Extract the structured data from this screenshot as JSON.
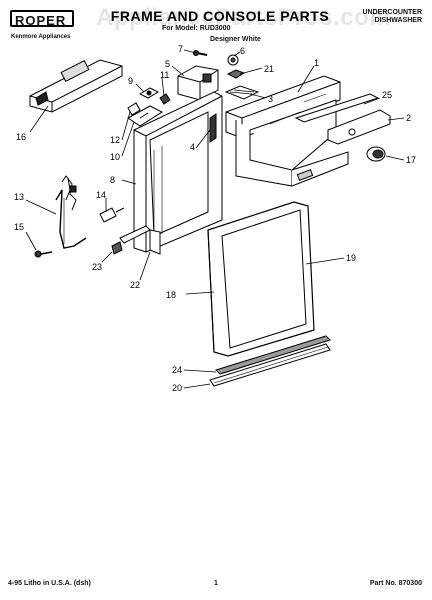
{
  "header": {
    "brand": "ROPER",
    "brand_sub": "Kenmore Appliances",
    "title": "FRAME AND CONSOLE PARTS",
    "model_line": "For Model: RUD3000",
    "color_line": "Designer White",
    "product_type_line1": "UNDERCOUNTER",
    "product_type_line2": "DISHWASHER",
    "watermark": "AppliancePartsPros.com"
  },
  "footer": {
    "left": "4-95 Litho in U.S.A. (dsh)",
    "page": "1",
    "part_no": "Part No. 870300"
  },
  "callouts": [
    "1",
    "2",
    "3",
    "4",
    "5",
    "6",
    "7",
    "8",
    "9",
    "10",
    "11",
    "12",
    "13",
    "14",
    "15",
    "16",
    "17",
    "18",
    "19",
    "20",
    "21",
    "22",
    "23",
    "24",
    "25"
  ]
}
